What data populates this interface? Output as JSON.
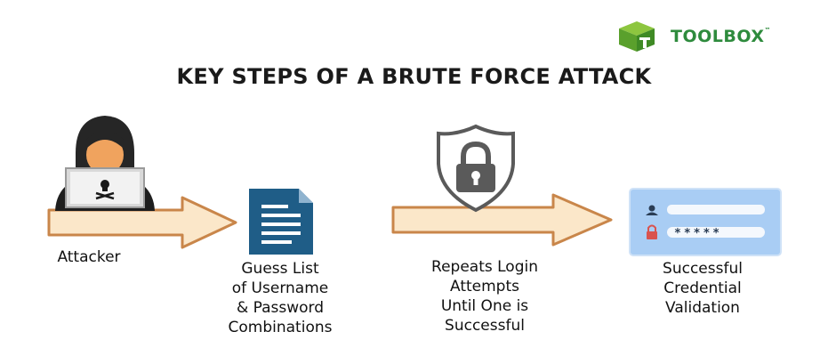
{
  "brand": {
    "name": "TOOLBOX",
    "tm": "™",
    "icon": "cube-icon"
  },
  "title": "KEY STEPS OF A BRUTE FORCE ATTACK",
  "steps": [
    {
      "lines": [
        "Attacker"
      ],
      "icon": "hooded-hacker-icon"
    },
    {
      "lines": [
        "Guess List",
        "of Username",
        "& Password",
        "Combinations"
      ],
      "icon": "document-icon"
    },
    {
      "lines": [
        "Repeats Login",
        "Attempts",
        "Until One is",
        "Successful"
      ],
      "icon": "shield-lock-icon"
    },
    {
      "lines": [
        "Successful",
        "Credential",
        "Validation"
      ],
      "icon": "login-form-icon"
    }
  ],
  "login_form": {
    "masked_password": "*****"
  },
  "colors": {
    "arrow_fill": "#fbe7c9",
    "arrow_stroke": "#c9864a",
    "brand": "#2e8b3d",
    "doc": "#1f5d87",
    "form": "#a9cdf4"
  }
}
